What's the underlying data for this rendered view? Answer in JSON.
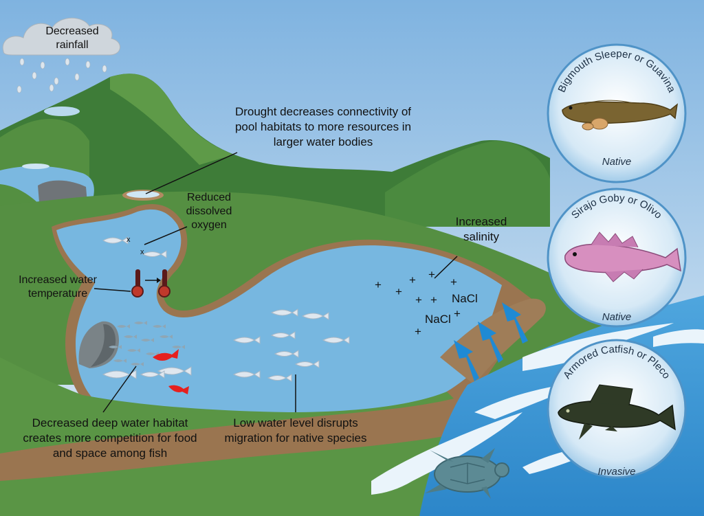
{
  "cloud_label": [
    "Decreased",
    "rainfall"
  ],
  "callouts": {
    "drought": [
      "Drought decreases connectivity of",
      "pool habitats to more resources in",
      "larger water bodies"
    ],
    "oxygen": [
      "Reduced",
      "dissolved",
      "oxygen"
    ],
    "oxygen_marks": [
      "x",
      "x"
    ],
    "temperature": [
      "Increased water",
      "temperature"
    ],
    "salinity": [
      "Increased",
      "salinity"
    ],
    "salt_symbols": [
      "NaCl",
      "NaCl"
    ],
    "plus_sign": "+",
    "deep_water": [
      "Decreased deep water habitat",
      "creates more competition for food",
      "and space among fish"
    ],
    "low_water": [
      "Low water level disrupts",
      "migration for native species"
    ]
  },
  "species": [
    {
      "name": "Bigmouth Sleeper or Guavina",
      "status": "Native",
      "icon": "bigmouth-sleeper-fish"
    },
    {
      "name": "Sirajo Goby or Olivo",
      "status": "Native",
      "icon": "sirajo-goby-fish"
    },
    {
      "name": "Armored Catfish or Pleco",
      "status": "Invasive",
      "icon": "armored-catfish-fish"
    }
  ],
  "colors": {
    "sky": "#c9dff0",
    "mountain_dark": "#3f7d3a",
    "mountain_light": "#6aa04c",
    "grass": "#548f41",
    "water": "#76b6e0",
    "ocean": "#3f96d4",
    "bank": "#9a7550",
    "arrow": "#1f8ad4",
    "invasive_fish": "#e6201e",
    "native_fish": "#d8e4ef"
  }
}
